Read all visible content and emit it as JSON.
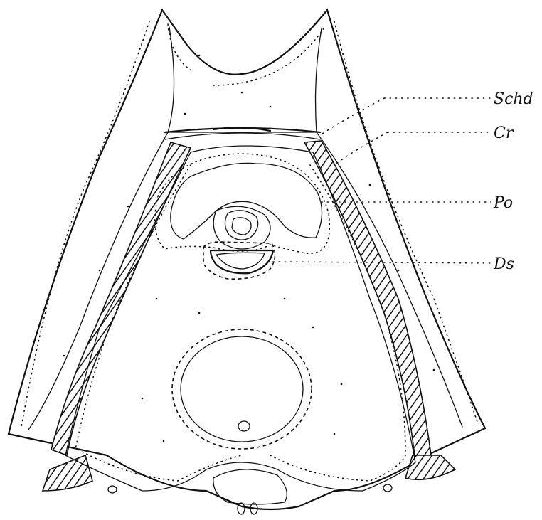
{
  "figure": {
    "labels": [
      {
        "id": "schd",
        "text": "Schd"
      },
      {
        "id": "cr",
        "text": "Cr"
      },
      {
        "id": "po",
        "text": "Po"
      },
      {
        "id": "ds",
        "text": "Ds"
      }
    ]
  },
  "colors": {
    "ink": "#111111",
    "paper": "#ffffff"
  }
}
